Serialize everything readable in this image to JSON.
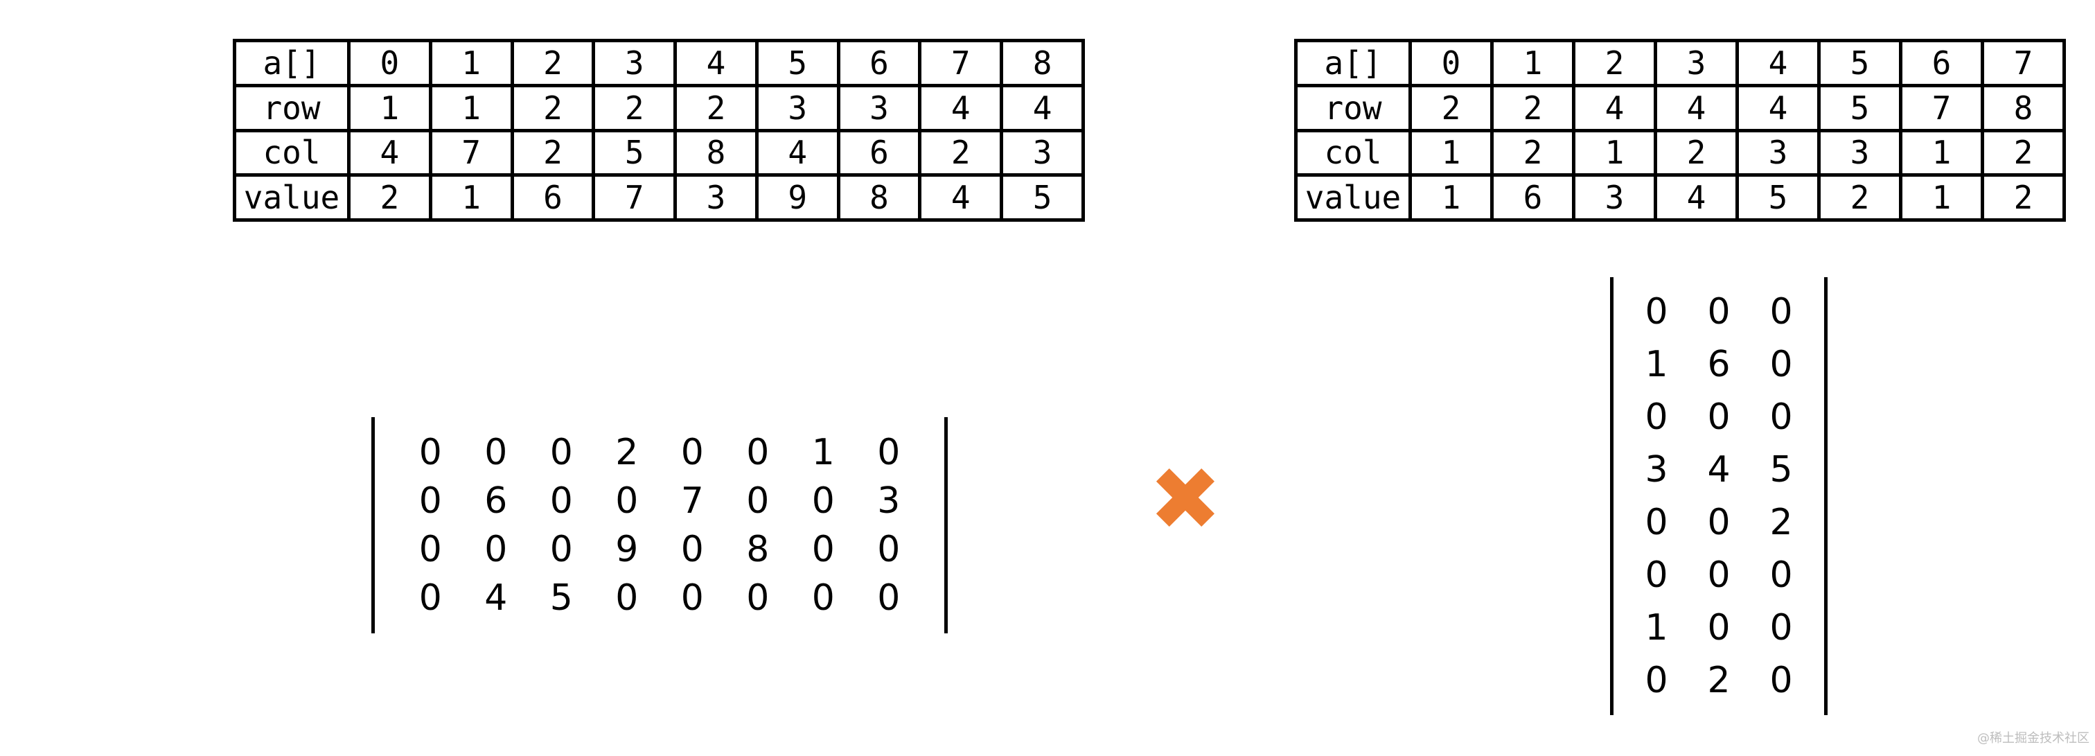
{
  "triplet_table_a": {
    "headers": [
      "a[]",
      "row",
      "col",
      "value"
    ],
    "index": [
      "0",
      "1",
      "2",
      "3",
      "4",
      "5",
      "6",
      "7",
      "8"
    ],
    "row": [
      "1",
      "1",
      "2",
      "2",
      "2",
      "3",
      "3",
      "4",
      "4"
    ],
    "col": [
      "4",
      "7",
      "2",
      "5",
      "8",
      "4",
      "6",
      "2",
      "3"
    ],
    "value": [
      "2",
      "1",
      "6",
      "7",
      "3",
      "9",
      "8",
      "4",
      "5"
    ]
  },
  "triplet_table_b": {
    "headers": [
      "a[]",
      "row",
      "col",
      "value"
    ],
    "index": [
      "0",
      "1",
      "2",
      "3",
      "4",
      "5",
      "6",
      "7"
    ],
    "row": [
      "2",
      "2",
      "4",
      "4",
      "4",
      "5",
      "7",
      "8"
    ],
    "col": [
      "1",
      "2",
      "1",
      "2",
      "3",
      "3",
      "1",
      "2"
    ],
    "value": [
      "1",
      "6",
      "3",
      "4",
      "5",
      "2",
      "1",
      "2"
    ]
  },
  "matrix_a": [
    [
      "0",
      "0",
      "0",
      "2",
      "0",
      "0",
      "1",
      "0"
    ],
    [
      "0",
      "6",
      "0",
      "0",
      "7",
      "0",
      "0",
      "3"
    ],
    [
      "0",
      "0",
      "0",
      "9",
      "0",
      "8",
      "0",
      "0"
    ],
    [
      "0",
      "4",
      "5",
      "0",
      "0",
      "0",
      "0",
      "0"
    ]
  ],
  "matrix_b": [
    [
      "0",
      "0",
      "0"
    ],
    [
      "1",
      "6",
      "0"
    ],
    [
      "0",
      "0",
      "0"
    ],
    [
      "3",
      "4",
      "5"
    ],
    [
      "0",
      "0",
      "2"
    ],
    [
      "0",
      "0",
      "0"
    ],
    [
      "1",
      "0",
      "0"
    ],
    [
      "0",
      "2",
      "0"
    ]
  ],
  "operator": {
    "icon": "multiply-x-icon",
    "color": "#ED7D31"
  },
  "watermark": "@稀土掘金技术社区"
}
